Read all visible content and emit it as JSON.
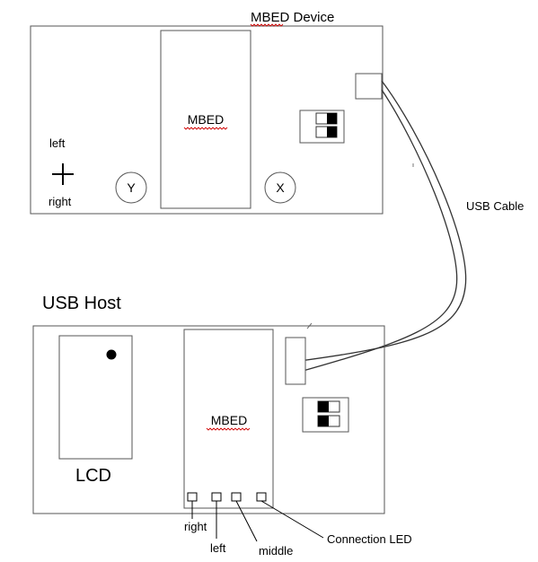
{
  "device": {
    "title": "MBED Device",
    "mbed_label": "MBED",
    "joystick_top": "left",
    "joystick_bottom": "right",
    "button_y": "Y",
    "button_x": "X"
  },
  "cable": {
    "label": "USB Cable"
  },
  "host": {
    "title": "USB Host",
    "mbed_label": "MBED",
    "lcd_label": "LCD",
    "leds": [
      "right",
      "left",
      "middle",
      "Connection LED"
    ]
  },
  "colors": {
    "line": "#555555",
    "spellcheck_underline": "#d00000"
  }
}
